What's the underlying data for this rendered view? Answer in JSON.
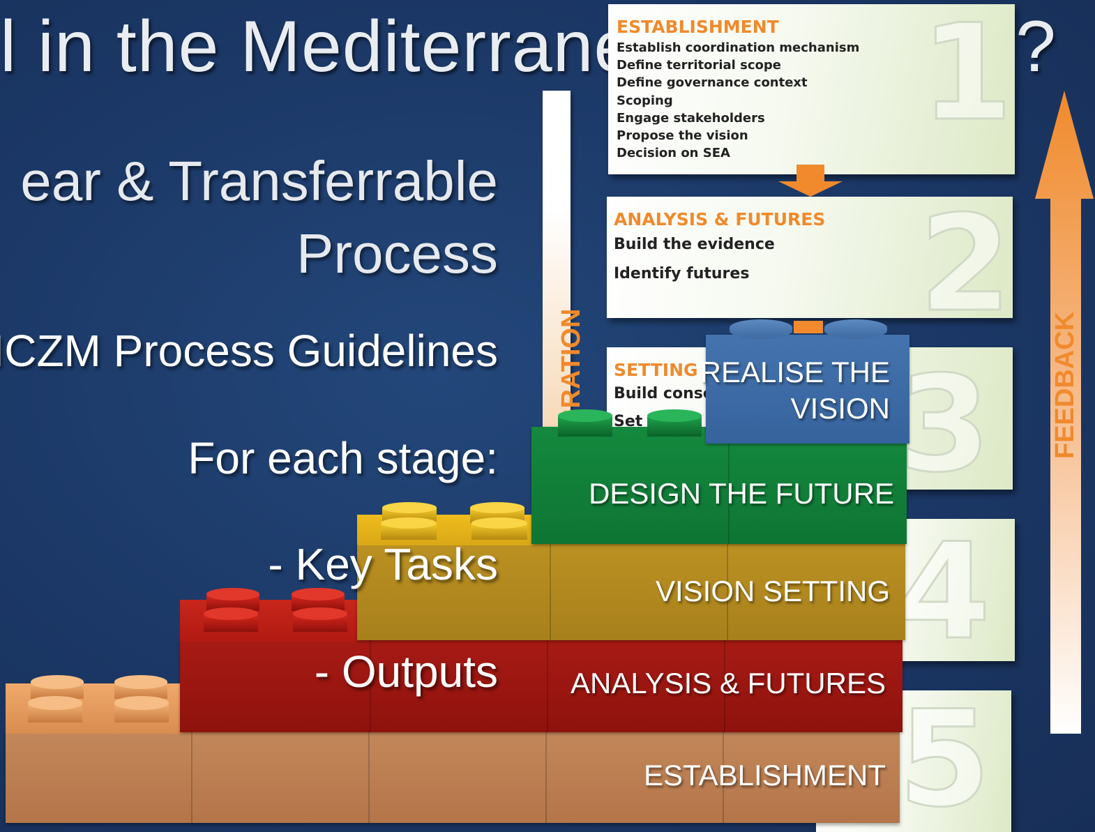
{
  "slide": {
    "title": "l in the Mediterrane",
    "title_end": "?",
    "subtitle_line1": "ear & Transferrable",
    "subtitle_line2": "Process",
    "guidelines": "ICZM Process Guidelines",
    "for_each": "For each stage:",
    "key_tasks": "- Key Tasks",
    "outputs": "- Outputs"
  },
  "cards": [
    {
      "title": "ESTABLISHMENT",
      "number": "1",
      "items": [
        "Establish coordination mechanism",
        "Define territorial scope",
        "Define governance context",
        "Scoping",
        "Engage stakeholders",
        "Propose the vision",
        "Decision on SEA"
      ]
    },
    {
      "title": "ANALYSIS & FUTURES",
      "number": "2",
      "items": [
        "Build the evidence",
        "Identify futures"
      ]
    },
    {
      "title": "SETTING T",
      "number": "3",
      "items": [
        "Build conse",
        "Set t"
      ]
    },
    {
      "number": "4"
    },
    {
      "number": "5"
    }
  ],
  "side_bars": {
    "integration_label": "GRATION",
    "feedback_label": "FEEDBACK"
  },
  "bricks": {
    "establishment": "ESTABLISHMENT",
    "analysis": "ANALYSIS & FUTURES",
    "vision_setting": "VISION SETTING",
    "design": "DESIGN THE FUTURE",
    "realise_line1": "REALISE THE",
    "realise_line2": "VISION"
  },
  "colors": {
    "background": "#1b3765",
    "accent_orange": "#f08a2c",
    "brick_establishment": "#b97b4a",
    "brick_analysis": "#9e1510",
    "brick_vision": "#b48d20",
    "brick_design": "#11823a",
    "brick_realise": "#3c6aa5"
  }
}
